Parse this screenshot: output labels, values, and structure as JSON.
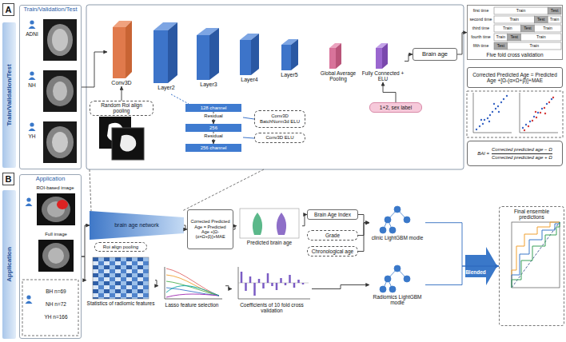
{
  "diagram": {
    "nodes": [
      {
        "text": [
          "Train/Validation/Test"
        ]
      },
      {
        "text": [
          "Train/Validation/Test"
        ]
      },
      {
        "text": [
          "Conv3D"
        ]
      },
      {
        "text": [
          "Layer2"
        ]
      },
      {
        "text": [
          "Layer3"
        ]
      },
      {
        "text": [
          "Layer4"
        ]
      },
      {
        "text": [
          "Layer5"
        ]
      },
      {
        "text": [
          "Global Average Pooling"
        ]
      },
      {
        "text": [
          "Fully Connected + ELU"
        ]
      },
      {
        "text": [
          "Brain age"
        ]
      },
      {
        "text": [
          "Random Roi align pooling"
        ]
      },
      {
        "text": [
          "128 channel"
        ]
      },
      {
        "text": [
          "256"
        ]
      },
      {
        "text": [
          "256 channel"
        ]
      },
      {
        "text": [
          "Conv3D BatchNorm3d ELU"
        ]
      },
      {
        "text": [
          "Conv3D ELU"
        ]
      },
      {
        "text": [
          "1+2, sex label"
        ]
      },
      {
        "text": [
          "Five fold cross validation"
        ]
      },
      {
        "text": [
          "Corrected Predicted Age = Predicted Age +[Ω-(α×Ω+β)]+MAE"
        ]
      },
      {
        "text": [
          "BAI =",
          "Corrected predicted age − Ω",
          "Corrected predicted age + Ω"
        ]
      },
      {
        "text": [
          "Application"
        ]
      },
      {
        "text": [
          "Application"
        ]
      },
      {
        "text": [
          "brain age network"
        ]
      },
      {
        "text": [
          "Roi align pooling"
        ]
      },
      {
        "text": [
          "Corrected Predicted Age = Predicted Age +[Ω-(α×Ω+β)]+MAE"
        ]
      },
      {
        "text": [
          "Predicted brain age"
        ]
      },
      {
        "text": [
          "Brain Age Index"
        ]
      },
      {
        "text": [
          "Grade"
        ]
      },
      {
        "text": [
          "Chronological age"
        ]
      },
      {
        "text": [
          "clinic LightGBM modle"
        ]
      },
      {
        "text": [
          "Statistics of radiomic features"
        ]
      },
      {
        "text": [
          "Lasso feature selection"
        ]
      },
      {
        "text": [
          "Coefficients of 10 fold cross validation"
        ]
      },
      {
        "text": [
          "Radiomics LightGBM modle"
        ]
      },
      {
        "text": [
          "Final ensemble predictions"
        ]
      }
    ],
    "edges": [
      {
        "from": 1,
        "to": 2,
        "arrow": "to"
      },
      {
        "from": 10,
        "to": 2,
        "arrow": "to"
      },
      {
        "from": 8,
        "to": 9,
        "arrow": "to"
      },
      {
        "from": 16,
        "to": 8,
        "arrow": "to"
      },
      {
        "from": 9,
        "to": 17,
        "arrow": "to"
      },
      {
        "from": 11,
        "to": 12,
        "label": "Residual",
        "arrow": "to"
      },
      {
        "from": 12,
        "to": 13,
        "label": "Residual",
        "arrow": "to"
      },
      {
        "from": 21,
        "to": 22,
        "arrow": "to"
      },
      {
        "from": 21,
        "to": 30,
        "arrow": "to"
      },
      {
        "from": 22,
        "to": 24,
        "arrow": "to"
      },
      {
        "from": 24,
        "to": 25,
        "arrow": "to"
      },
      {
        "from": 25,
        "to": 26,
        "arrow": "to"
      },
      {
        "from": 26,
        "to": 29,
        "arrow": "to"
      },
      {
        "from": 27,
        "to": 29,
        "arrow": "to"
      },
      {
        "from": 28,
        "to": 29,
        "arrow": "to"
      },
      {
        "from": 30,
        "to": 31,
        "arrow": "to"
      },
      {
        "from": 31,
        "to": 32,
        "arrow": "to"
      },
      {
        "from": 32,
        "to": 33,
        "arrow": "to"
      },
      {
        "from": 29,
        "to": 34,
        "arrow": "to"
      },
      {
        "from": 33,
        "to": 34,
        "arrow": "to"
      }
    ],
    "labels": [
      "A",
      "ADNI",
      "NH",
      "YH",
      "first time",
      "Train",
      "Test",
      "second time",
      "Train",
      "Test",
      "Train",
      "third time",
      "Train",
      "Test",
      "Train",
      "fourth time",
      "Train",
      "Test",
      "Train",
      "fifth time",
      "Test",
      "Train",
      "B",
      "ROI-based image",
      "Full image",
      "BH n=69",
      "NH n=72",
      "YH n=166",
      "Blended"
    ]
  }
}
